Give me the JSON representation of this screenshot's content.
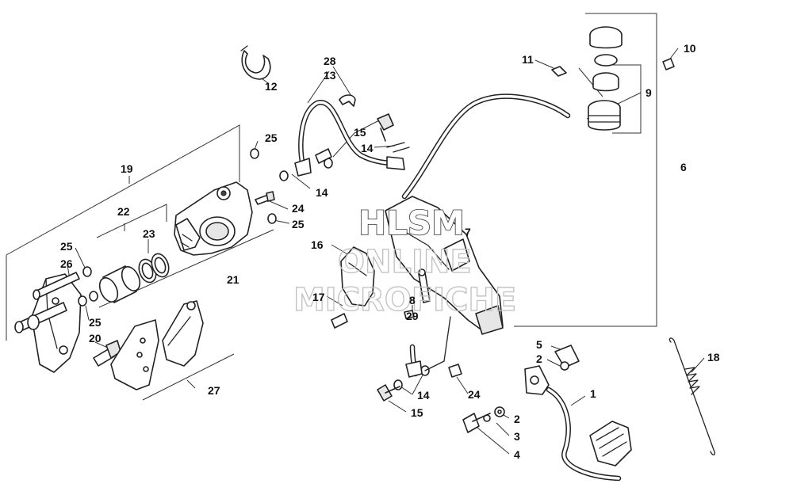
{
  "watermark": {
    "line1": "HLSM",
    "line2": "ONLINE",
    "line3": "MICROFICHE"
  },
  "callouts": {
    "c1": "1",
    "c2a": "2",
    "c2b": "2",
    "c3": "3",
    "c4": "4",
    "c5": "5",
    "c6": "6",
    "c7": "7",
    "c8": "8",
    "c9": "9",
    "c10": "10",
    "c11": "11",
    "c12": "12",
    "c13": "13",
    "c14a": "14",
    "c14b": "14",
    "c14c": "14",
    "c15a": "15",
    "c15b": "15",
    "c16": "16",
    "c17": "17",
    "c18": "18",
    "c19": "19",
    "c20": "20",
    "c21": "21",
    "c22": "22",
    "c23": "23",
    "c24a": "24",
    "c24b": "24",
    "c25a": "25",
    "c25b": "25",
    "c25c": "25",
    "c25d": "25",
    "c26": "26",
    "c27": "27",
    "c28": "28",
    "c29": "29"
  }
}
